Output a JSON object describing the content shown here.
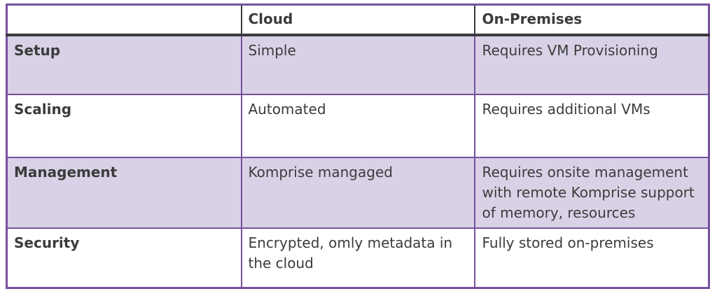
{
  "table": {
    "columns": [
      "",
      "Cloud",
      "On-Premises"
    ],
    "rows": [
      {
        "label": "Setup",
        "cloud": "Simple",
        "on_premises": "Requires VM Provisioning"
      },
      {
        "label": "Scaling",
        "cloud": "Automated",
        "on_premises": "Requires additional VMs"
      },
      {
        "label": "Management",
        "cloud": "Komprise mangaged",
        "on_premises": "Requires onsite management with remote Komprise support of memory, resources"
      },
      {
        "label": "Security",
        "cloud": "Encrypted, omly metadata in the cloud",
        "on_premises": "Fully stored on-premises"
      }
    ],
    "colors": {
      "border_purple": "#76519f",
      "border_dark": "#3a3a3a",
      "row_shaded_bg": "#d9d2e6",
      "row_plain_bg": "#ffffff",
      "text": "#3b3b3b"
    }
  }
}
